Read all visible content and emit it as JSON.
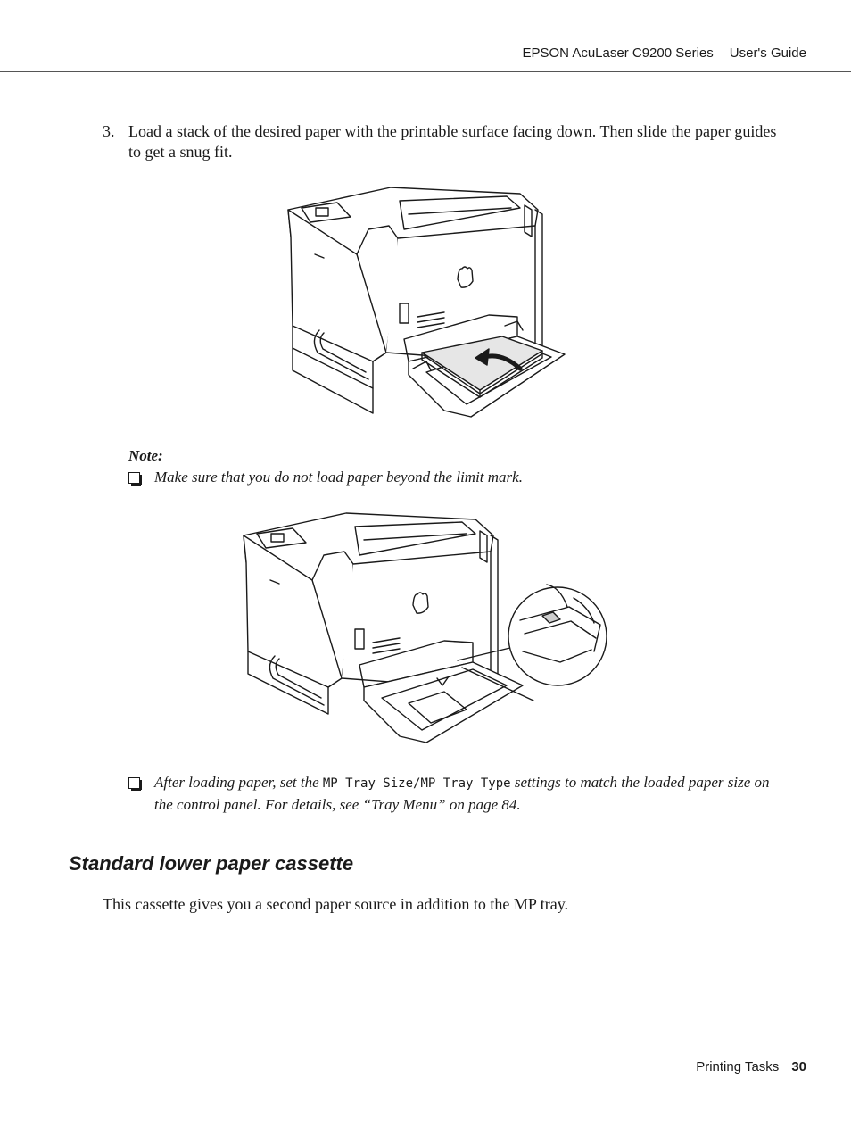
{
  "header": {
    "product": "EPSON AcuLaser C9200 Series",
    "guide": "User's Guide"
  },
  "step": {
    "number": "3.",
    "text": "Load a stack of the desired paper with the printable surface facing down. Then slide the paper guides to get a snug fit."
  },
  "note": {
    "title": "Note:",
    "item1": "Make sure that you do not load paper beyond the limit mark.",
    "item2_before": "After loading paper, set the",
    "item2_code": "MP Tray Size/MP Tray Type",
    "item2_after": "settings to match the loaded paper size on the control panel. For details, see “Tray Menu” on page 84."
  },
  "section": {
    "title": "Standard lower paper cassette",
    "paragraph": "This cassette gives you a second paper source in addition to the MP tray."
  },
  "footer": {
    "chapter": "Printing Tasks",
    "page": "30"
  },
  "figures": {
    "figure1_icon": "printer-loading-paper-illustration",
    "figure2_icon": "printer-limit-mark-illustration"
  }
}
